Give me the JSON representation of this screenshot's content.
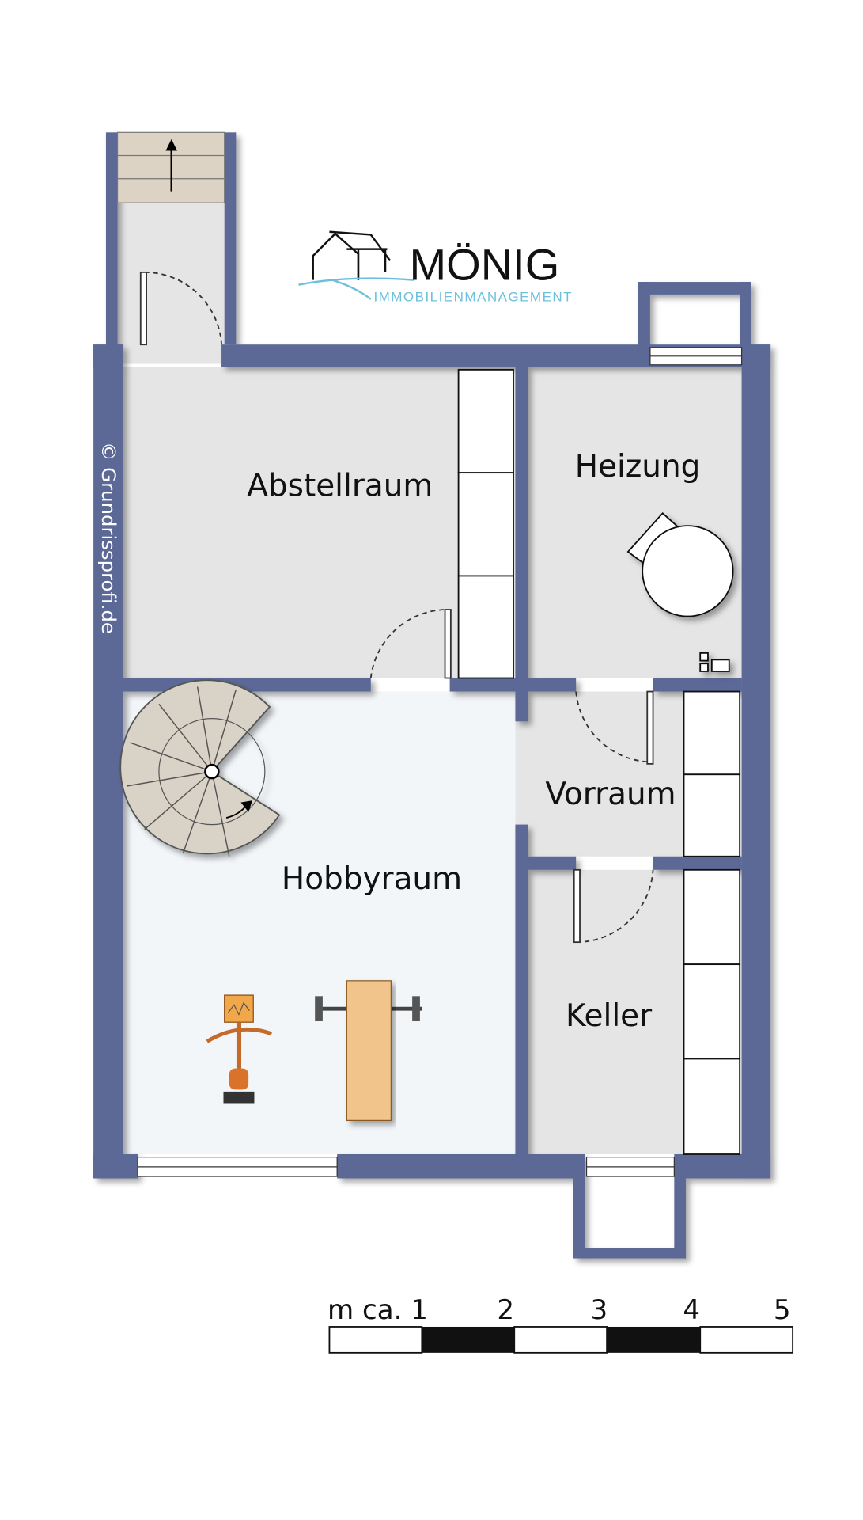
{
  "logo": {
    "name": "MÖNIG",
    "subtitle": "IMMOBILIENMANAGEMENT"
  },
  "copyright": "© Grundrissprofi.de",
  "rooms": {
    "abstellraum": "Abstellraum",
    "heizung": "Heizung",
    "hobbyraum": "Hobbyraum",
    "vorraum": "Vorraum",
    "keller": "Keller"
  },
  "scale": {
    "labels": [
      "m ca. 1",
      "2",
      "3",
      "4",
      "5"
    ]
  },
  "colors": {
    "wall": "#5b6896",
    "room": "#e5e5e5",
    "hobby": "#f2f6f9"
  }
}
